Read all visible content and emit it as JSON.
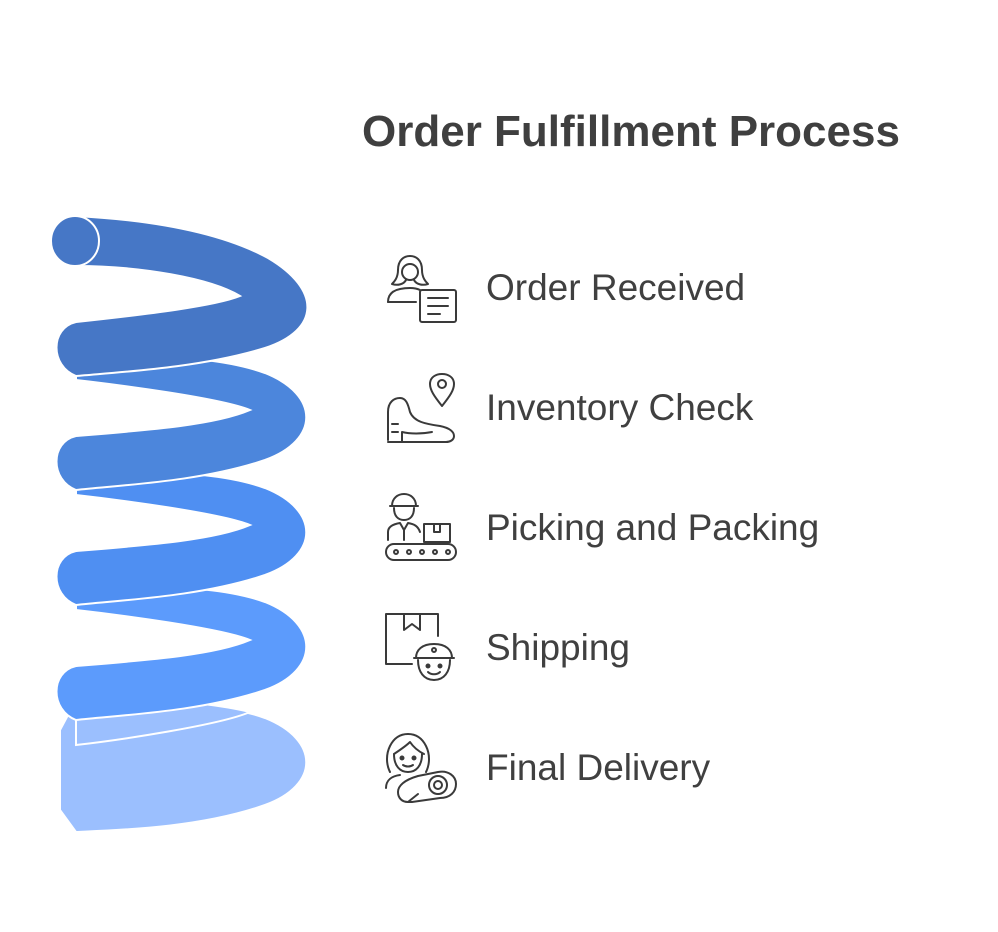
{
  "title": "Order Fulfillment Process",
  "colors": {
    "coil_1": "#4677C6",
    "coil_2": "#4C86DC",
    "coil_3": "#4F8FF2",
    "coil_4": "#5C9BFC",
    "coil_5": "#9BBFFE",
    "text": "#404040",
    "icon_stroke": "#3a3a3a"
  },
  "steps": [
    {
      "label": "Order Received",
      "icon": "person-document-icon"
    },
    {
      "label": "Inventory Check",
      "icon": "map-pin-shoe-icon"
    },
    {
      "label": "Picking and Packing",
      "icon": "worker-conveyor-icon"
    },
    {
      "label": "Shipping",
      "icon": "box-courier-icon"
    },
    {
      "label": "Final Delivery",
      "icon": "person-package-icon"
    }
  ]
}
